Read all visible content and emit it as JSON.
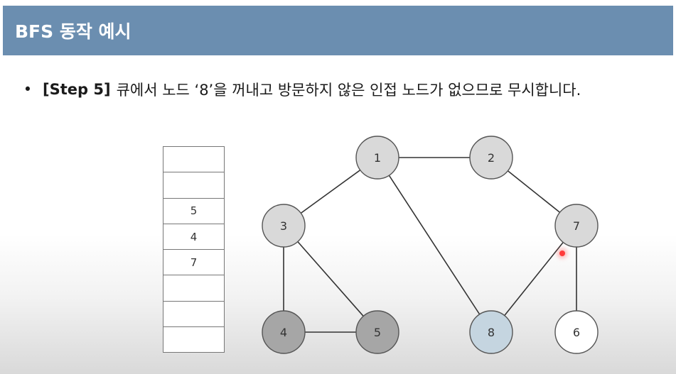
{
  "header": {
    "title": "BFS 동작 예시"
  },
  "content": {
    "bullet": "•",
    "step_label": "[Step 5]",
    "step_text": "큐에서 노드 ‘8’을 꺼내고 방문하지 않은 인접 노드가 없으므로 무시합니다."
  },
  "queue": {
    "cells": [
      "",
      "",
      "5",
      "4",
      "7",
      "",
      "",
      ""
    ]
  },
  "graph": {
    "nodes": [
      {
        "id": "1",
        "state": "visited"
      },
      {
        "id": "2",
        "state": "visited"
      },
      {
        "id": "3",
        "state": "visited"
      },
      {
        "id": "7",
        "state": "visited"
      },
      {
        "id": "4",
        "state": "queued"
      },
      {
        "id": "5",
        "state": "queued"
      },
      {
        "id": "8",
        "state": "current"
      },
      {
        "id": "6",
        "state": "unvisited"
      }
    ],
    "edges": [
      [
        "1",
        "2"
      ],
      [
        "1",
        "3"
      ],
      [
        "1",
        "8"
      ],
      [
        "2",
        "7"
      ],
      [
        "3",
        "4"
      ],
      [
        "3",
        "5"
      ],
      [
        "4",
        "5"
      ],
      [
        "7",
        "8"
      ],
      [
        "7",
        "6"
      ]
    ],
    "colors": {
      "visited": "#d9d9d9",
      "queued": "#a6a6a6",
      "current": "#c5d5e0",
      "unvisited": "#ffffff",
      "stroke": "#555555"
    }
  }
}
